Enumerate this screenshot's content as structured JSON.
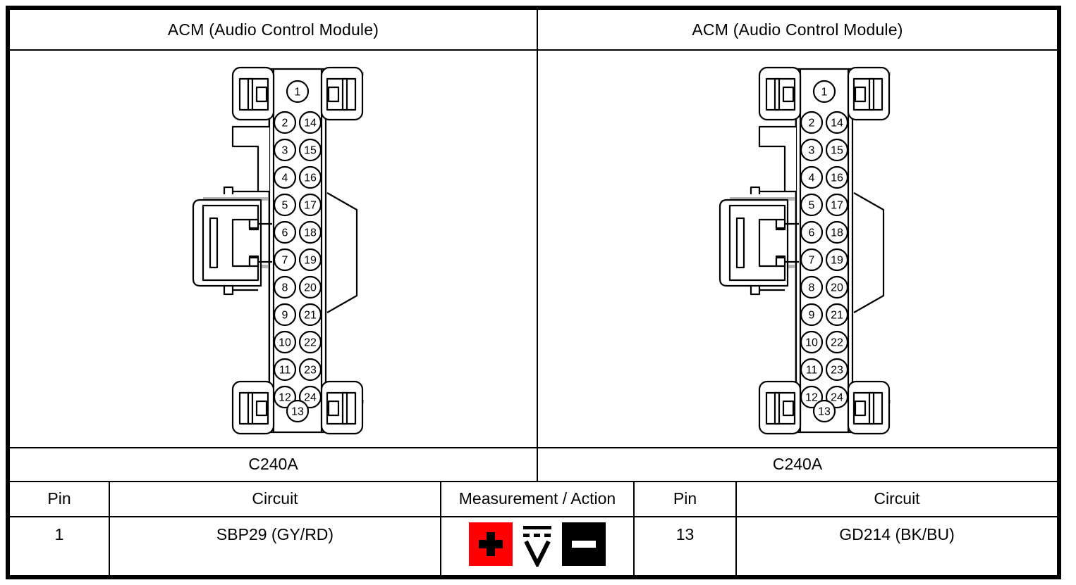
{
  "document": {
    "type": "automotive-connector-pinout-table",
    "panels": [
      {
        "header": "ACM (Audio Control Module)",
        "connector_label": "C240A",
        "connector": {
          "name": "24-way-connector",
          "top_pin": "1",
          "bottom_pin": "13",
          "left_column": [
            "2",
            "3",
            "4",
            "5",
            "6",
            "7",
            "8",
            "9",
            "10",
            "11",
            "12"
          ],
          "right_column": [
            "14",
            "15",
            "16",
            "17",
            "18",
            "19",
            "20",
            "21",
            "22",
            "23",
            "24"
          ]
        },
        "columns": [
          "Pin",
          "Circuit"
        ],
        "row": {
          "pin": "1",
          "circuit": "SBP29 (GY/RD)"
        }
      },
      {
        "header": "ACM (Audio Control Module)",
        "connector_label": "C240A",
        "connector": {
          "name": "24-way-connector",
          "top_pin": "1",
          "bottom_pin": "13",
          "left_column": [
            "2",
            "3",
            "4",
            "5",
            "6",
            "7",
            "8",
            "9",
            "10",
            "11",
            "12"
          ],
          "right_column": [
            "14",
            "15",
            "16",
            "17",
            "18",
            "19",
            "20",
            "21",
            "22",
            "23",
            "24"
          ]
        },
        "columns": [
          "Pin",
          "Circuit"
        ],
        "row": {
          "pin": "13",
          "circuit": "GD214 (BK/BU)"
        }
      }
    ],
    "measurement": {
      "column_header": "Measurement / Action",
      "positive_lead": "+",
      "negative_lead": "−",
      "mode": "V",
      "mode_description": "dc-voltage",
      "positive_color": "#ff0000",
      "negative_color": "#000000"
    },
    "colors": {
      "frame": "#000000",
      "rule": "#000000",
      "connector_fill": "#ffffff",
      "connector_shade": "#b5b5b5",
      "background": "#ffffff"
    }
  }
}
